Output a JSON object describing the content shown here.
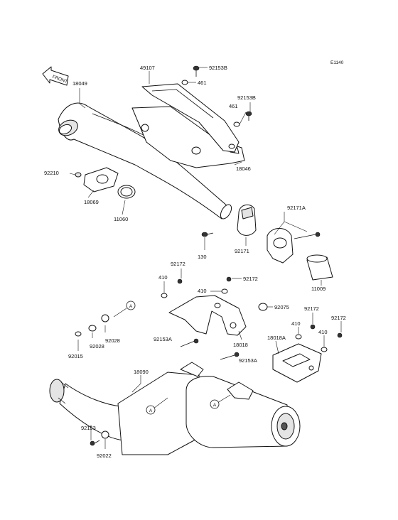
{
  "diagram_code": "E1140",
  "direction_arrow": "FRONT",
  "reference_marker": "A",
  "parts": {
    "p49107": "49107",
    "p92153B_top": "92153B",
    "p461_top": "461",
    "p92153B_right": "92153B",
    "p461_right": "461",
    "p18049": "18049",
    "p18046": "18046",
    "p92210": "92210",
    "p18069": "18069",
    "p11060": "11060",
    "p92171A": "92171A",
    "p130": "130",
    "p92171": "92171",
    "p11009": "11009",
    "p410_a": "410",
    "p92172_a": "92172",
    "p92172_b": "92172",
    "p410_b": "410",
    "p92075": "92075",
    "p92172_c": "92172",
    "p92172_d": "92172",
    "p410_c": "410",
    "p410_d": "410",
    "p92028_a": "92028",
    "p92028_b": "92028",
    "p92015": "92015",
    "p92153A_left": "92153A",
    "p18018": "18018",
    "p92153A_right": "92153A",
    "p18018A": "18018A",
    "p18090": "18090",
    "p92153": "92153",
    "p92022": "92022"
  }
}
